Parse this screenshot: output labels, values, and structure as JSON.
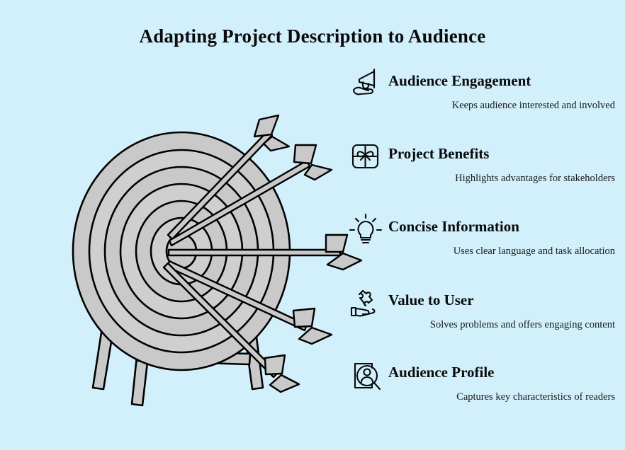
{
  "page": {
    "title": "Adapting Project Description to Audience",
    "background_color": "#d2f0fc",
    "text_color": "#0b0b0b",
    "illustration_fill": "#c9c9c9",
    "illustration_stroke": "#000000"
  },
  "illustration": {
    "name": "archery-target-with-arrows",
    "description": "Archery target on a tripod stand with five arrows in the bullseye",
    "ring_count": 7,
    "arrow_count": 5,
    "leg_count": 3
  },
  "features": [
    {
      "icon": "megaphone-hand-icon",
      "heading": "Audience Engagement",
      "description": "Keeps audience interested and involved"
    },
    {
      "icon": "gift-box-icon",
      "heading": "Project Benefits",
      "description": "Highlights advantages for stakeholders"
    },
    {
      "icon": "lightbulb-icon",
      "heading": "Concise Information",
      "description": "Uses clear language and task allocation"
    },
    {
      "icon": "hand-puzzle-piece-icon",
      "heading": "Value to User",
      "description": "Solves problems and offers engaging content"
    },
    {
      "icon": "document-magnifier-person-icon",
      "heading": "Audience Profile",
      "description": "Captures key characteristics of readers"
    }
  ]
}
